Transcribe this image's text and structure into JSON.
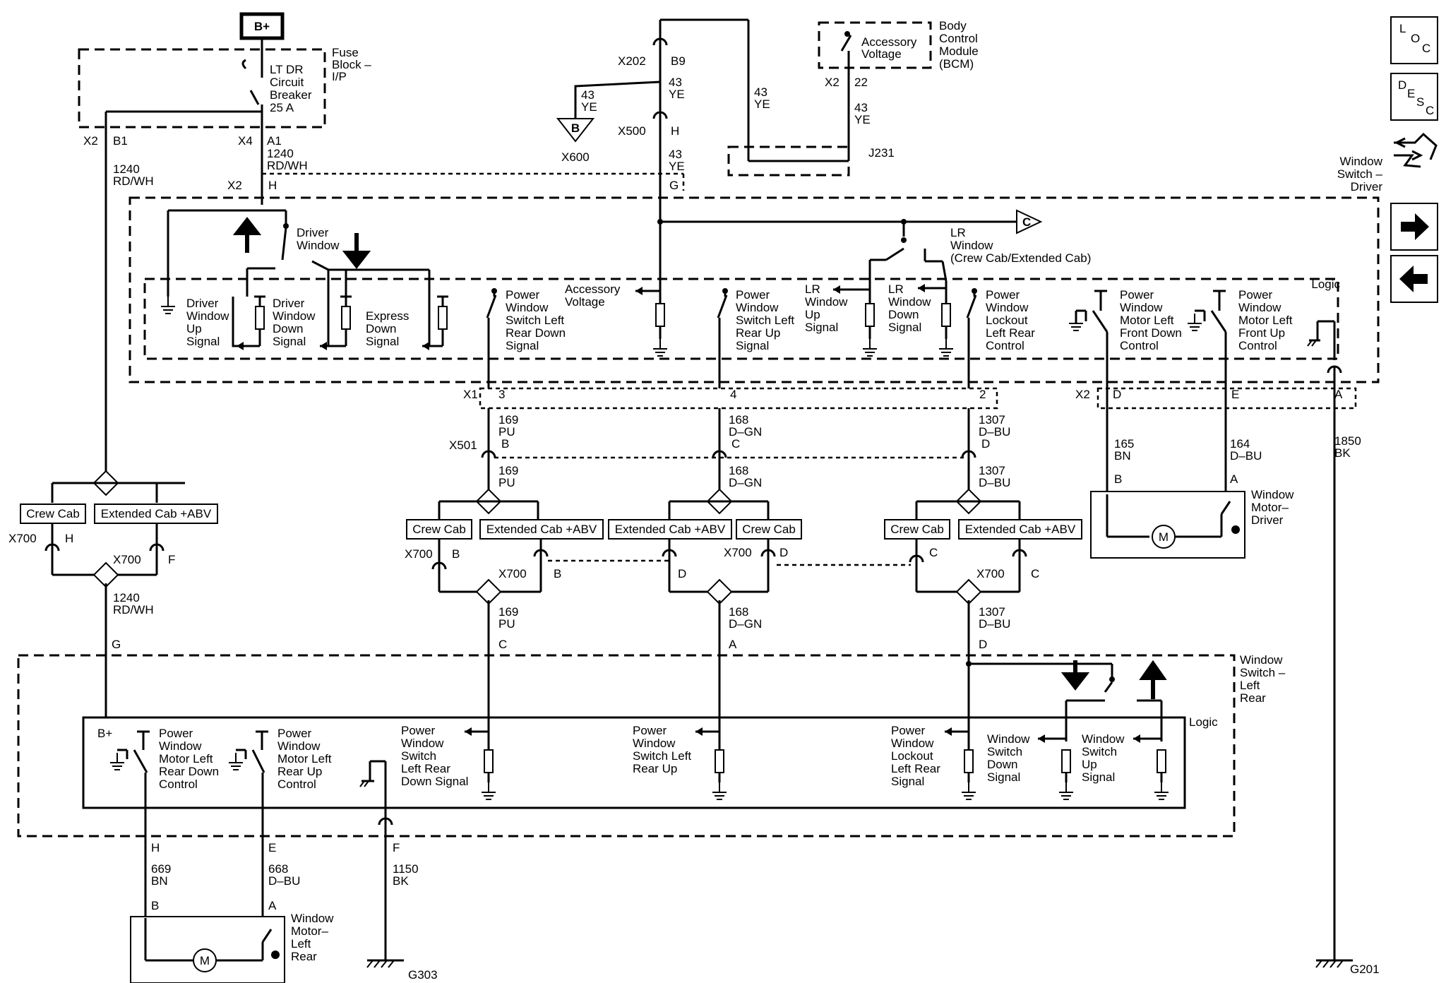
{
  "bplus": "B+",
  "fuse": {
    "block_label": [
      "Fuse",
      "Block –",
      "I/P"
    ],
    "breaker": [
      "LT DR",
      "Circuit",
      "Breaker",
      "25 A"
    ],
    "x2": "X2",
    "b1": "B1",
    "x4": "X4",
    "a1": "A1"
  },
  "bcm": {
    "label": [
      "Body",
      "Control",
      "Module",
      "(BCM)"
    ],
    "acc": [
      "Accessory",
      "Voltage"
    ],
    "x2": "X2",
    "pin": "22"
  },
  "splice": {
    "x202": "X202",
    "b9": "B9",
    "x500": "X500",
    "h": "H",
    "x600": "X600",
    "b": "B",
    "j231": "J231",
    "c": "C"
  },
  "wires": {
    "w43": "43",
    "ye": "YE",
    "w1240": "1240",
    "rdwh": "RD/WH",
    "w169": "169",
    "pu": "PU",
    "w168": "168",
    "dgn": "D–GN",
    "w1307": "1307",
    "dbu": "D–BU",
    "w165": "165",
    "bn": "BN",
    "w164": "164",
    "w1850": "1850",
    "bk": "BK",
    "w669": "669",
    "w668": "668",
    "w1150": "1150"
  },
  "driver_switch": {
    "title": [
      "Window",
      "Switch –",
      "Driver"
    ],
    "logic": "Logic",
    "x2h": "X2",
    "h": "H",
    "g": "G",
    "driver_window": [
      "Driver",
      "Window"
    ],
    "up_signal": [
      "Driver",
      "Window",
      "Up",
      "Signal"
    ],
    "down_signal": [
      "Driver",
      "Window",
      "Down",
      "Signal"
    ],
    "express": [
      "Express",
      "Down",
      "Signal"
    ],
    "pws_rear_down": [
      "Power",
      "Window",
      "Switch Left",
      "Rear Down",
      "Signal"
    ],
    "acc_voltage": [
      "Accessory",
      "Voltage"
    ],
    "pws_rear_up": [
      "Power",
      "Window",
      "Switch Left",
      "Rear Up",
      "Signal"
    ],
    "lr_up": [
      "LR",
      "Window",
      "Up",
      "Signal"
    ],
    "lr_down": [
      "LR",
      "Window",
      "Down",
      "Signal"
    ],
    "lr_window": [
      "LR",
      "Window",
      "(Crew Cab/Extended Cab)"
    ],
    "lockout": [
      "Power",
      "Window",
      "Lockout",
      "Left Rear",
      "Control"
    ],
    "front_down": [
      "Power",
      "Window",
      "Motor Left",
      "Front Down",
      "Control"
    ],
    "front_up": [
      "Power",
      "Window",
      "Motor Left",
      "Front Up",
      "Control"
    ],
    "x1": "X1",
    "p3": "3",
    "p4": "4",
    "p2": "2",
    "x2b": "X2",
    "pd": "D",
    "pe": "E",
    "pa": "A"
  },
  "connectors": {
    "x501": "X501",
    "b": "B",
    "c": "C",
    "d": "D",
    "x700": "X700",
    "h": "H",
    "f": "F",
    "g": "G",
    "a": "A",
    "e": "E"
  },
  "options": {
    "crew": "Crew Cab",
    "ext": "Extended Cab +ABV"
  },
  "motor_driver": {
    "label": [
      "Window",
      "Motor–",
      "Driver"
    ],
    "b": "B",
    "a": "A",
    "m": "M"
  },
  "rear_switch": {
    "title": [
      "Window",
      "Switch –",
      "Left",
      "Rear"
    ],
    "logic": "Logic",
    "bplus": "B+",
    "rear_down_ctrl": [
      "Power",
      "Window",
      "Motor Left",
      "Rear Down",
      "Control"
    ],
    "rear_up_ctrl": [
      "Power",
      "Window",
      "Motor Left",
      "Rear Up",
      "Control"
    ],
    "down_sig": [
      "Power",
      "Window",
      "Switch",
      "Left Rear",
      "Down Signal"
    ],
    "up_sig": [
      "Power",
      "Window",
      "Switch Left",
      "Rear Up",
      "Signal"
    ],
    "lockout_sig": [
      "Power",
      "Window",
      "Lockout",
      "Left Rear",
      "Signal"
    ],
    "sw_down": [
      "Window",
      "Switch",
      "Down",
      "Signal"
    ],
    "sw_up": [
      "Window",
      "Switch",
      "Up",
      "Signal"
    ],
    "h": "H",
    "e": "E",
    "f": "F"
  },
  "motor_rear": {
    "label": [
      "Window",
      "Motor–",
      "Left",
      "Rear"
    ],
    "b": "B",
    "a": "A",
    "m": "M"
  },
  "grounds": {
    "g303": "G303",
    "g201": "G201"
  },
  "nav": {
    "loc": [
      "L",
      "O",
      "C"
    ],
    "desc": [
      "D",
      "E",
      "S",
      "C"
    ],
    "connector_icon": "connector-icon",
    "next": "arrow-right-icon",
    "prev": "arrow-left-icon"
  }
}
